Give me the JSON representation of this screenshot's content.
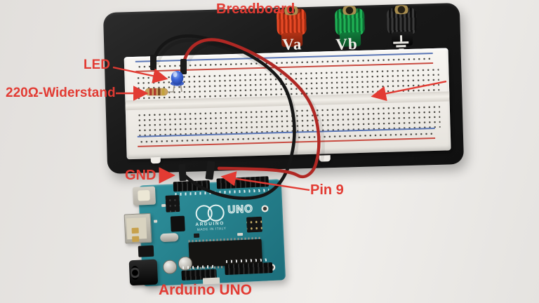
{
  "annotations": {
    "color": "#e23b33",
    "breadboard": {
      "label": "Breadboard"
    },
    "led": {
      "label": "LED"
    },
    "resistor": {
      "label": "220Ω-Widerstand"
    },
    "gnd": {
      "label": "GND"
    },
    "pin9": {
      "label": "Pin 9"
    },
    "arduino": {
      "label": "Arduino UNO"
    }
  },
  "breadboard": {
    "frame_color": "#1a1a1a",
    "board_color": "#f2efe9",
    "rail_colors": {
      "positive": "#c84b41",
      "negative": "#5a76b6"
    },
    "posts": [
      {
        "label": "Va",
        "color": "#d8361a"
      },
      {
        "label": "Vb",
        "color": "#17a04a"
      },
      {
        "label": "",
        "symbol": "earth-ground",
        "color": "#1c1c1c"
      }
    ]
  },
  "arduino": {
    "pcb_color": "#26818d",
    "silkscreen": {
      "brand": "ARDUINO",
      "model": "UNO",
      "origin": "MADE IN ITALY"
    }
  },
  "circuit": {
    "led_color": "#2b50c8",
    "wires": [
      {
        "name": "gnd-wire",
        "color": "#161616"
      },
      {
        "name": "pin9-wire",
        "color": "#b02824"
      }
    ],
    "resistor_body_color": "#c9a25f"
  }
}
